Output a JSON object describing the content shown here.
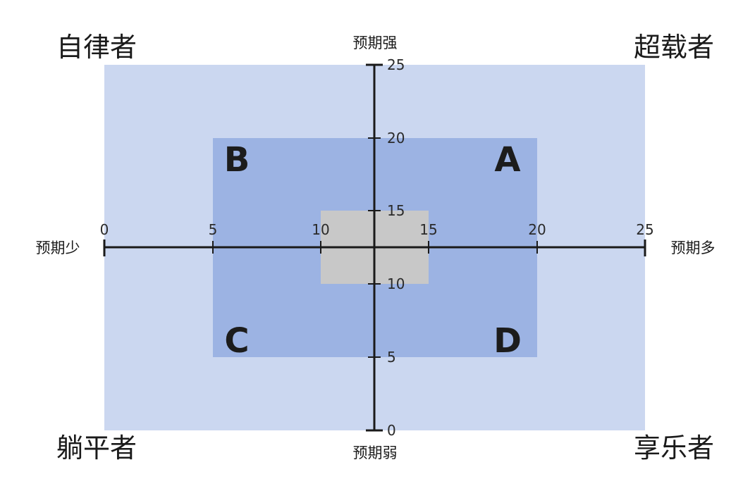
{
  "corners": {
    "top_left": "自律者",
    "top_right": "超载者",
    "bottom_left": "躺平者",
    "bottom_right": "享乐者"
  },
  "axes": {
    "y_top_label": "预期强",
    "y_bottom_label": "预期弱",
    "x_left_label": "预期少",
    "x_right_label": "预期多",
    "x_ticks": [
      "0",
      "5",
      "10",
      "15",
      "20",
      "25"
    ],
    "y_ticks": [
      "0",
      "5",
      "10",
      "15",
      "20",
      "25"
    ]
  },
  "regions": {
    "A": "A",
    "B": "B",
    "C": "C",
    "D": "D"
  },
  "colors": {
    "outer": "#cbd7f0",
    "middle": "#9cb3e3",
    "core": "#c8c8c8",
    "axis": "#1a1a1a"
  }
}
